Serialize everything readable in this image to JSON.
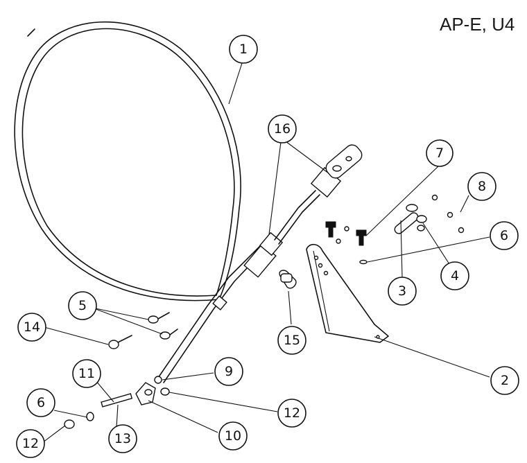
{
  "title": "AP-E, U4",
  "callouts": {
    "c1": "1",
    "c16": "16",
    "c7": "7",
    "c8": "8",
    "c6a": "6",
    "c3": "3",
    "c4": "4",
    "c5": "5",
    "c14": "14",
    "c15": "15",
    "c9": "9",
    "c11": "11",
    "c6b": "6",
    "c12a": "12",
    "c13": "13",
    "c10": "10",
    "c12b": "12",
    "c2": "2"
  }
}
